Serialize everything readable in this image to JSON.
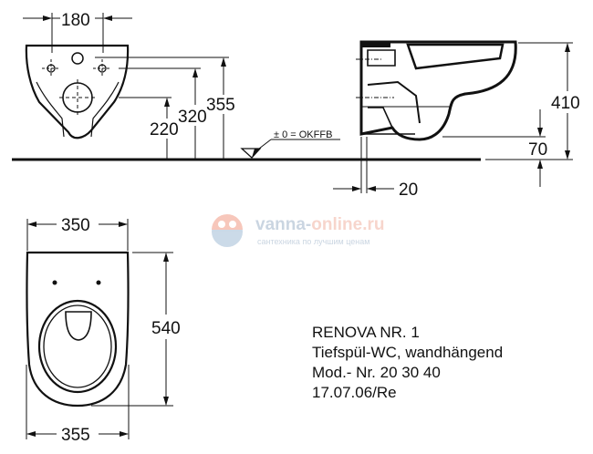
{
  "drawing": {
    "front_view": {
      "dims": {
        "fixing_spacing": "180",
        "height_top": "355",
        "height_fix": "320",
        "height_outlet": "220"
      },
      "floor_label": "± 0 = OKFFB"
    },
    "side_view": {
      "dims": {
        "height_total": "410",
        "clearance": "70",
        "wall_offset": "20"
      }
    },
    "plan_view": {
      "dims": {
        "width_top": "350",
        "length": "540",
        "width_bottom": "355"
      }
    }
  },
  "watermark": {
    "site": "vanna-",
    "site_accent": "online.ru",
    "tagline": "сантехника по лучшим ценам"
  },
  "title_block": {
    "line1": "RENOVA NR. 1",
    "line2": "Tiefspül-WC, wandhängend",
    "line3": "Mod.- Nr. 20 30 40",
    "line4": "17.07.06/Re"
  }
}
